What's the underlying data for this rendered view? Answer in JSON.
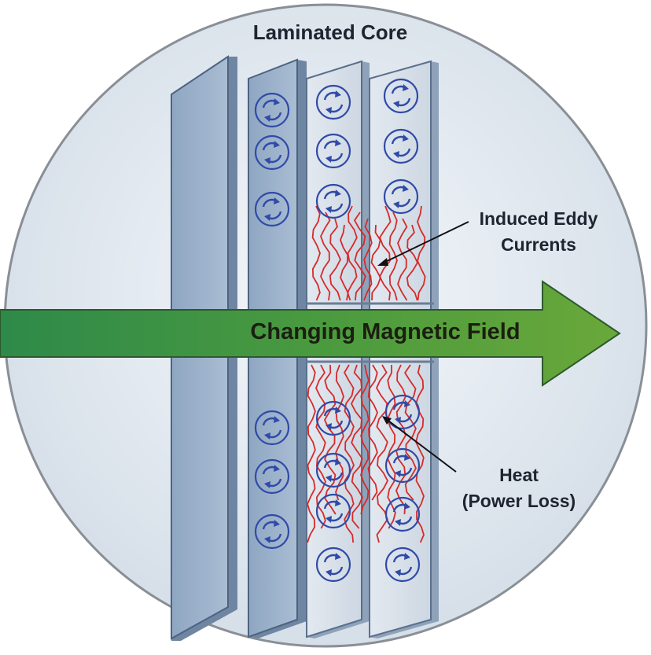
{
  "title": "Laminated Core",
  "labels": {
    "eddy_line1": "Induced Eddy",
    "eddy_line2": "Currents",
    "heat_line1": "Heat",
    "heat_line2": "(Power Loss)",
    "field": "Changing Magnetic Field"
  },
  "colors": {
    "circle_fill": "#dfe7ef",
    "circle_stroke": "#8a8f96",
    "plate_front": "#9db3cc",
    "plate_edge": "#5a708c",
    "plate_light": "#d9e1ea",
    "eddy_swirl": "#2f4aa8",
    "heat_lines": "#d62a2a",
    "arrow_start": "#2e8a4a",
    "arrow_end": "#5ea33a"
  },
  "icons": [
    "eddy-swirl-icon",
    "heat-wave-icon",
    "field-arrow-icon"
  ]
}
